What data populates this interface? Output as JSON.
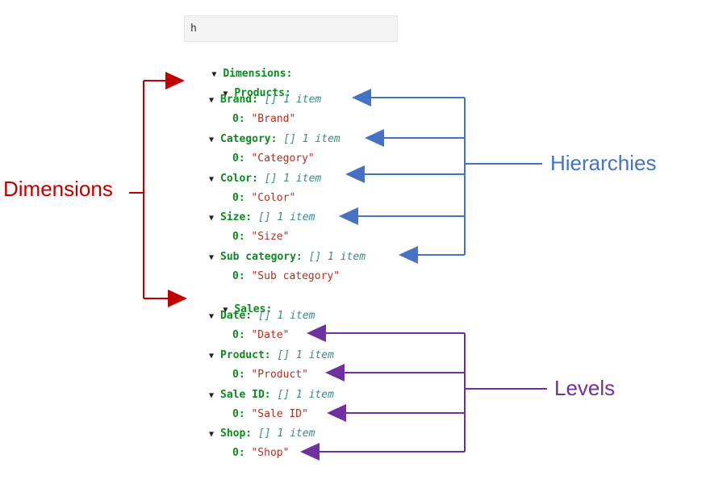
{
  "search": {
    "value": "h"
  },
  "tree": {
    "root": {
      "key": "Dimensions:"
    },
    "products": {
      "key": "Products:",
      "items": [
        {
          "key": "Brand:",
          "meta": "[] 1 item",
          "index": "0:",
          "value": "\"Brand\""
        },
        {
          "key": "Category:",
          "meta": "[] 1 item",
          "index": "0:",
          "value": "\"Category\""
        },
        {
          "key": "Color:",
          "meta": "[] 1 item",
          "index": "0:",
          "value": "\"Color\""
        },
        {
          "key": "Size:",
          "meta": "[] 1 item",
          "index": "0:",
          "value": "\"Size\""
        },
        {
          "key": "Sub category:",
          "meta": "[] 1 item",
          "index": "0:",
          "value": "\"Sub category\""
        }
      ]
    },
    "sales": {
      "key": "Sales:",
      "items": [
        {
          "key": "Date:",
          "meta": "[] 1 item",
          "index": "0:",
          "value": "\"Date\""
        },
        {
          "key": "Product:",
          "meta": "[] 1 item",
          "index": "0:",
          "value": "\"Product\""
        },
        {
          "key": "Sale ID:",
          "meta": "[] 1 item",
          "index": "0:",
          "value": "\"Sale ID\""
        },
        {
          "key": "Shop:",
          "meta": "[] 1 item",
          "index": "0:",
          "value": "\"Shop\""
        }
      ]
    }
  },
  "callouts": {
    "dimensions": "Dimensions",
    "hierarchies": "Hierarchies",
    "levels": "Levels"
  },
  "colors": {
    "dimensions": "#c00000",
    "hierarchies": "#4472c4",
    "levels": "#7030a0",
    "tree_key": "#0c8a1f",
    "tree_meta": "#3a8a82",
    "tree_string": "#b22f22"
  },
  "icons": {
    "expanded_toggle": "triangle-down-icon"
  }
}
